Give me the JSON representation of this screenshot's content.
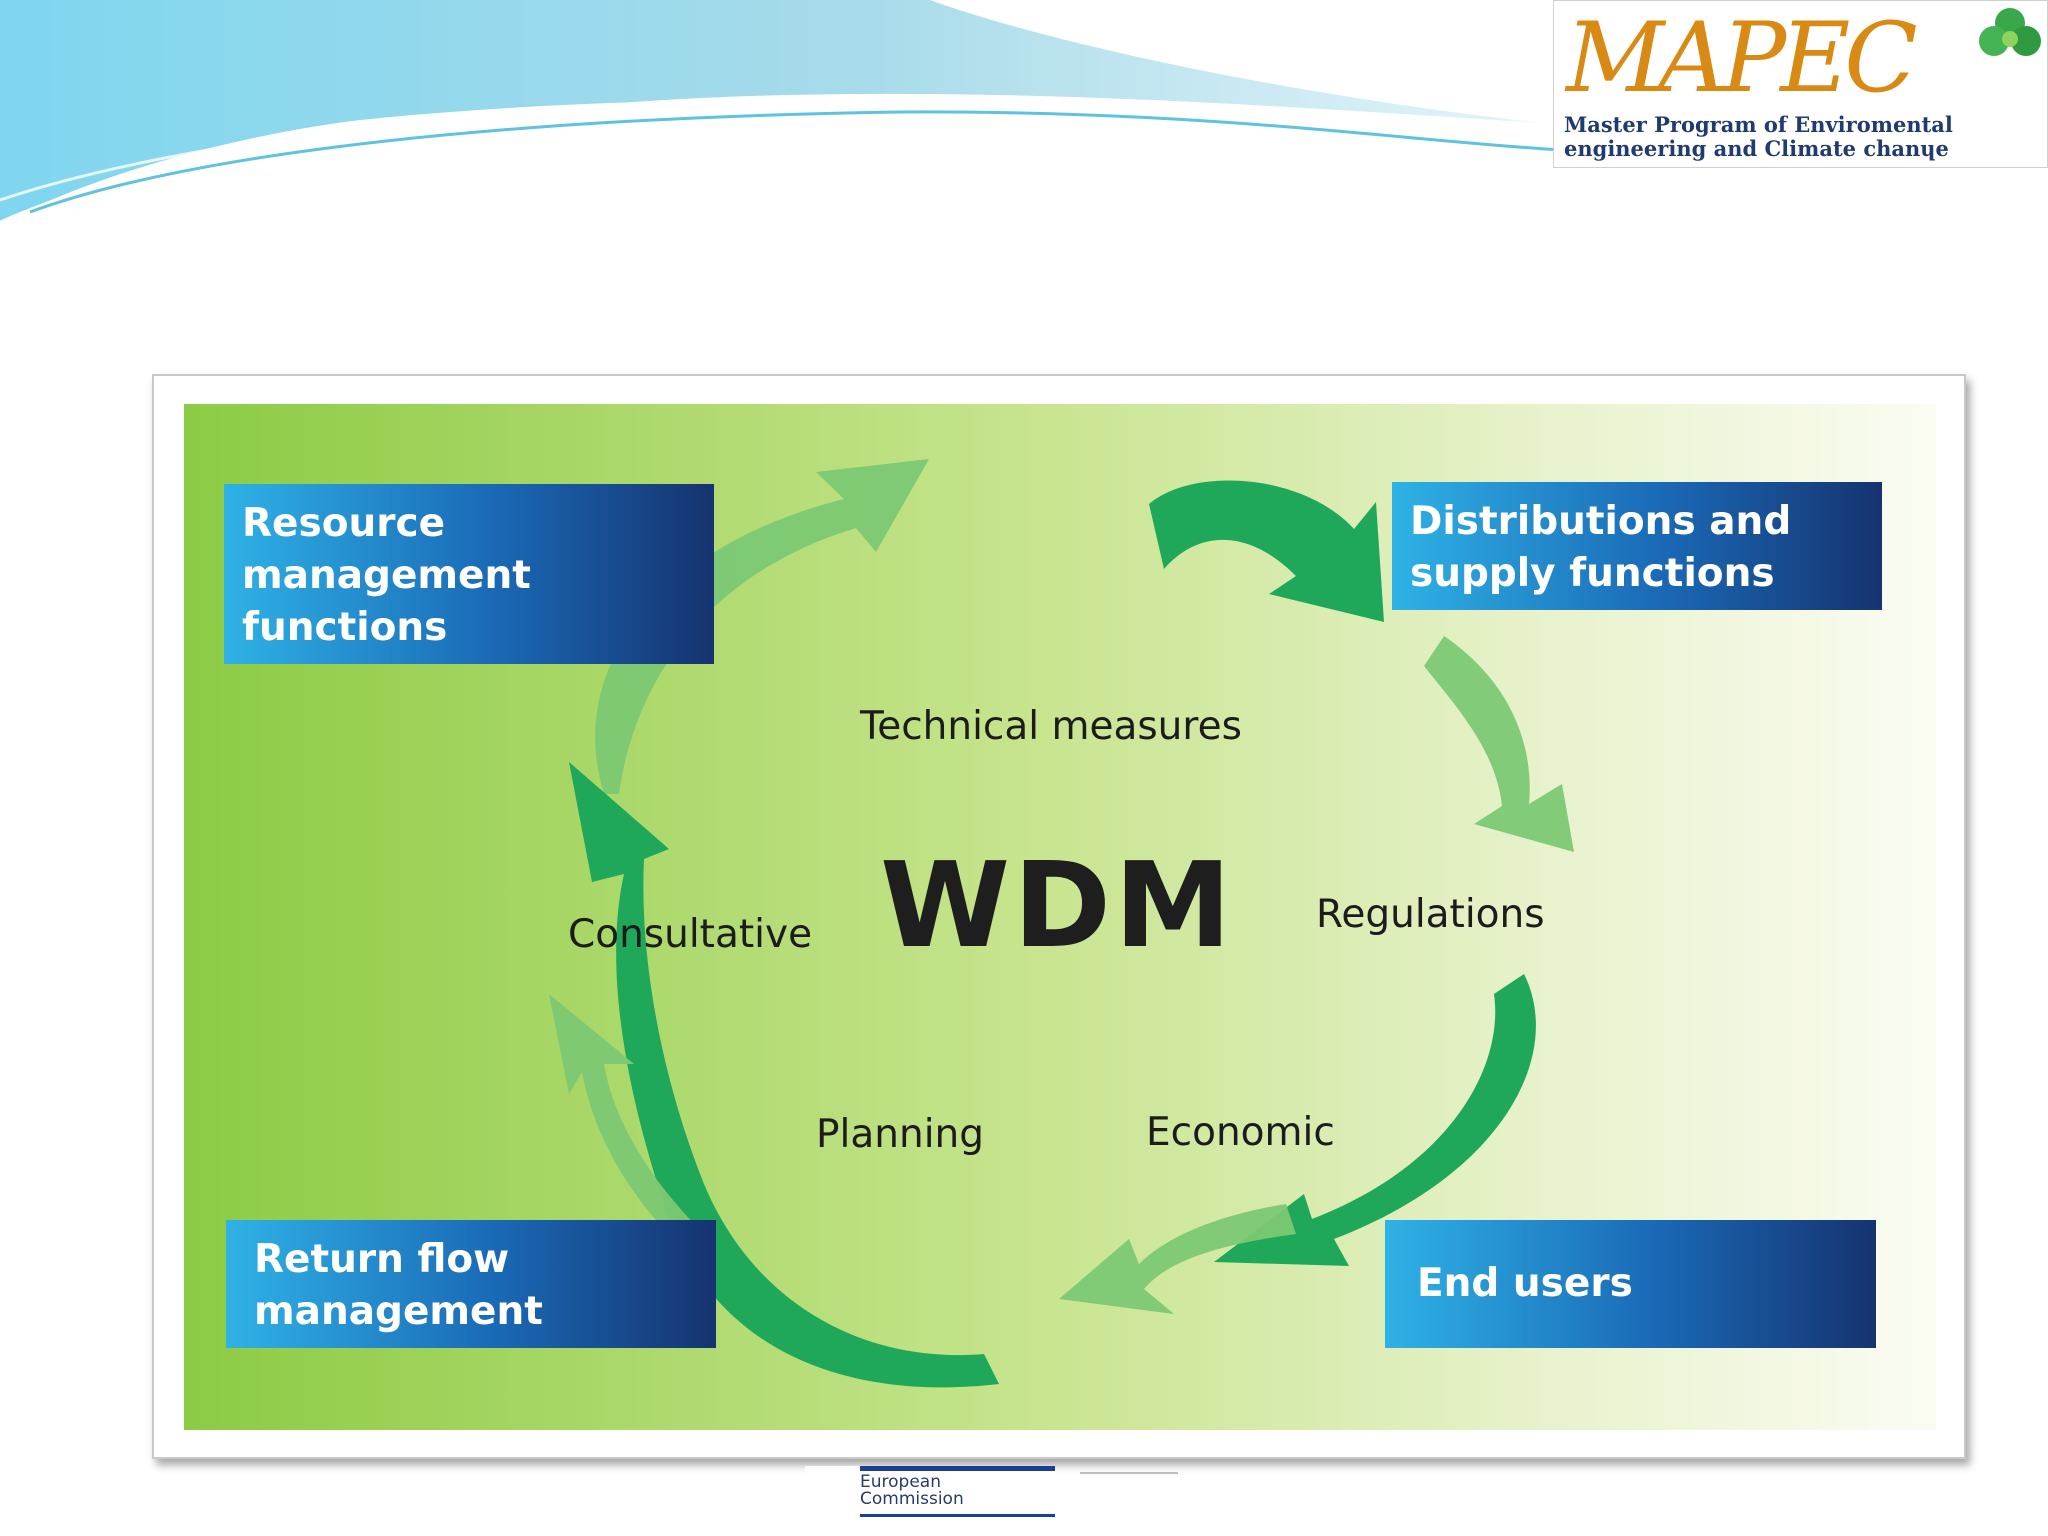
{
  "header": {
    "title": "Figure 6: WDM management functions and measures"
  },
  "logo": {
    "mark": "MAPEC",
    "subtitle_line1": "Master Program of Enviromental",
    "subtitle_line2": "engineering and Climate chanɥe"
  },
  "diagram": {
    "center": "WDM",
    "functions": {
      "resource": "Resource management functions",
      "distribution": "Distributions and supply functions",
      "return_flow": "Return flow management",
      "end_users": "End users"
    },
    "measures": {
      "technical": "Technical measures",
      "regulations": "Regulations",
      "consultative": "Consultative",
      "planning": "Planning",
      "economic": "Economic"
    }
  },
  "footer": {
    "ec_line1": "European",
    "ec_line2": "Commission"
  },
  "colors": {
    "arrow_dark": "#1fa85a",
    "arrow_light": "#7cc874",
    "box_light": "#2fb2e6",
    "box_dark": "#16336f"
  }
}
